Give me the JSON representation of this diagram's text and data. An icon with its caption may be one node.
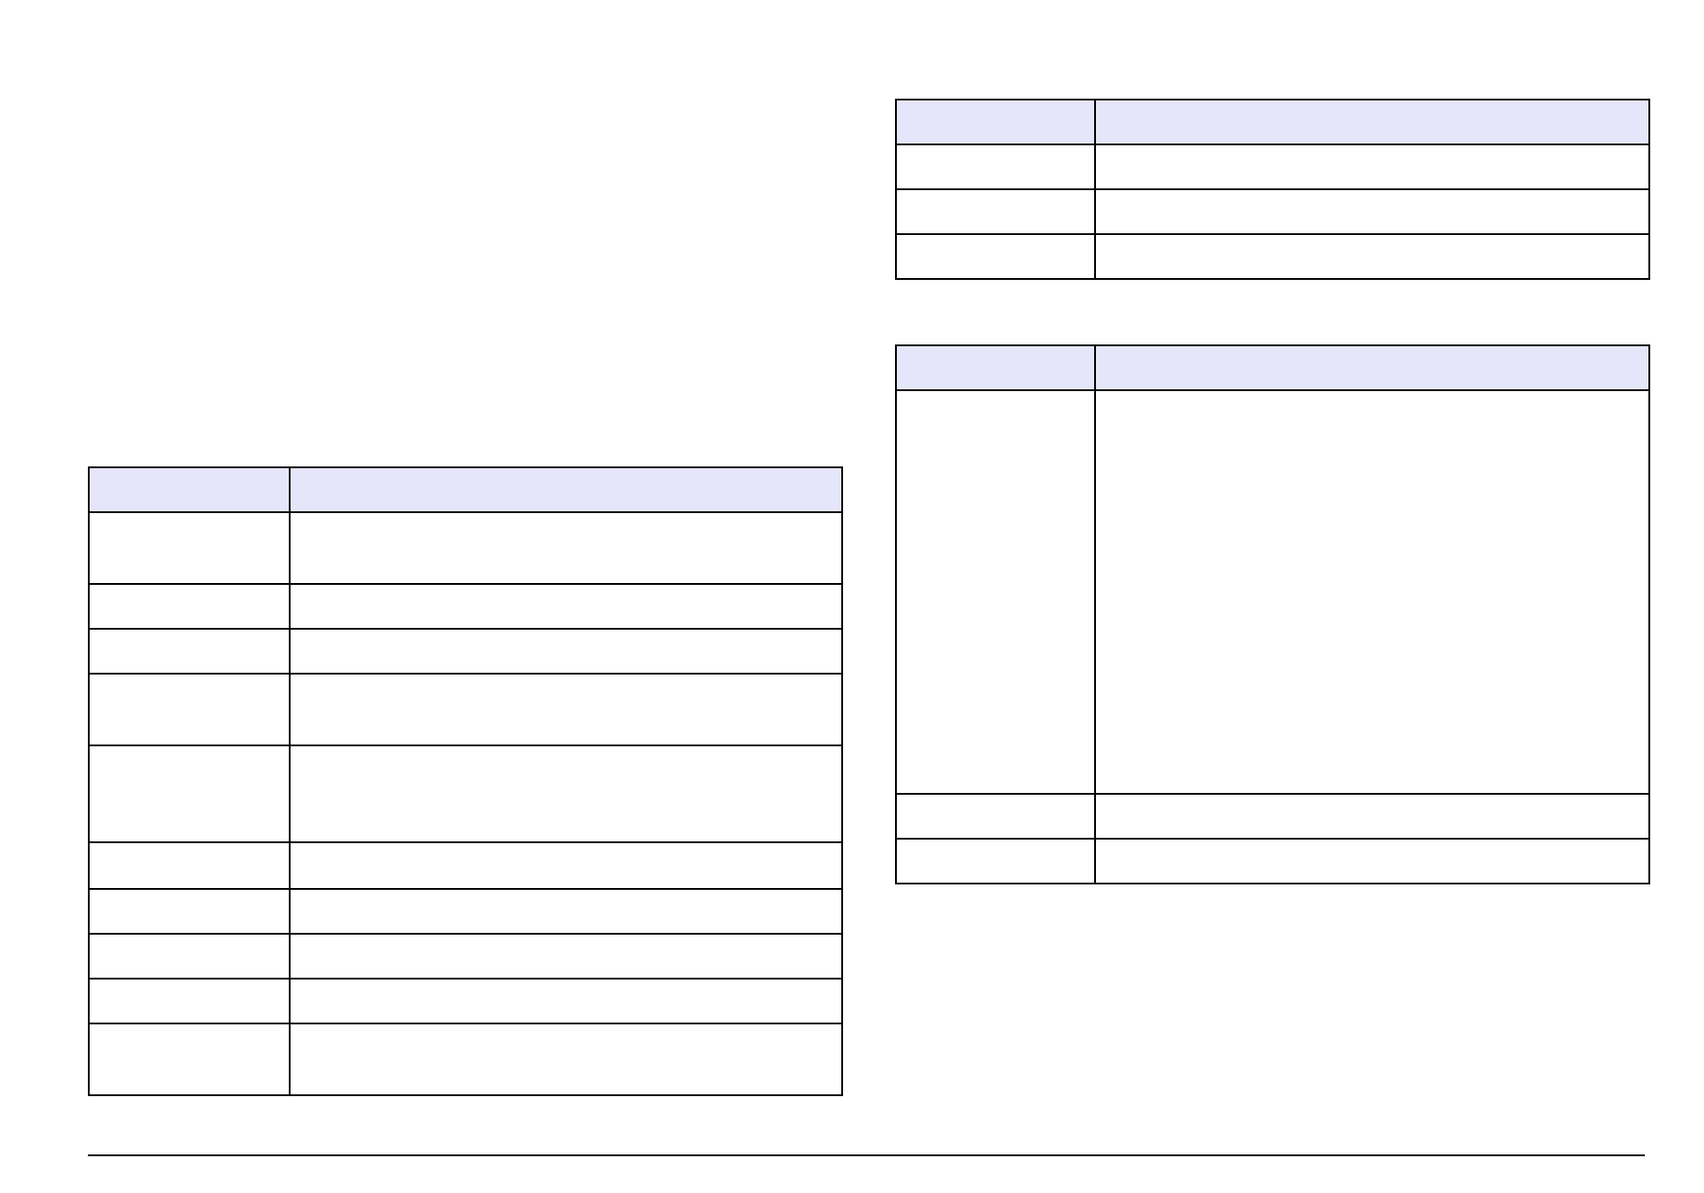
{
  "diagram": {
    "nodes": [
      {
        "text": [],
        "shape": "box"
      },
      {
        "text": [],
        "shape": "box",
        "in": 0
      },
      {
        "text": [],
        "shape": "box",
        "in": 0
      },
      {
        "text": [],
        "shape": "box",
        "in": 0
      },
      {
        "text": [],
        "shape": "box",
        "in": 0
      },
      {
        "text": [],
        "shape": "box",
        "in": 0
      },
      {
        "text": [],
        "shape": "box",
        "in": 0
      },
      {
        "text": [],
        "shape": "box",
        "in": 0
      },
      {
        "text": [],
        "shape": "box",
        "in": 0
      },
      {
        "text": [],
        "shape": "box",
        "in": 0
      },
      {
        "text": [],
        "shape": "box",
        "in": 0
      },
      {
        "text": [],
        "shape": "box",
        "in": 0
      },
      {
        "text": [],
        "shape": "box",
        "in": 0
      },
      {
        "text": [],
        "shape": "box",
        "in": 0
      },
      {
        "text": [],
        "shape": "box",
        "in": 0
      },
      {
        "text": [],
        "shape": "box",
        "in": 0
      },
      {
        "text": [],
        "shape": "box",
        "in": 0
      },
      {
        "text": [],
        "shape": "box",
        "in": 0
      },
      {
        "text": [],
        "shape": "box",
        "in": 0
      },
      {
        "text": [],
        "shape": "box",
        "in": 0
      },
      {
        "text": [],
        "shape": "box",
        "in": 0
      },
      {
        "text": [],
        "shape": "box",
        "in": 0
      },
      {
        "text": [],
        "shape": "box",
        "in": 0
      },
      {
        "text": [],
        "shape": "box"
      },
      {
        "text": [],
        "shape": "box",
        "in": 23
      },
      {
        "text": [],
        "shape": "box",
        "in": 23
      },
      {
        "text": [],
        "shape": "box",
        "in": 23
      },
      {
        "text": [],
        "shape": "box",
        "in": 23
      },
      {
        "text": [],
        "shape": "box",
        "in": 23
      },
      {
        "text": [],
        "shape": "box",
        "in": 23
      },
      {
        "text": [],
        "shape": "box",
        "in": 23
      },
      {
        "text": [],
        "shape": "box",
        "in": 23
      },
      {
        "text": [],
        "shape": "box"
      },
      {
        "text": [],
        "shape": "box",
        "in": 32
      },
      {
        "text": [],
        "shape": "box",
        "in": 32
      },
      {
        "text": [],
        "shape": "box",
        "in": 32
      },
      {
        "text": [],
        "shape": "box",
        "in": 32
      },
      {
        "text": [],
        "shape": "box",
        "in": 32
      },
      {
        "text": [],
        "shape": "box",
        "in": 32
      },
      {
        "text": [],
        "shape": "box",
        "in": 32
      },
      {
        "text": [],
        "shape": "box",
        "in": 32
      }
    ]
  }
}
